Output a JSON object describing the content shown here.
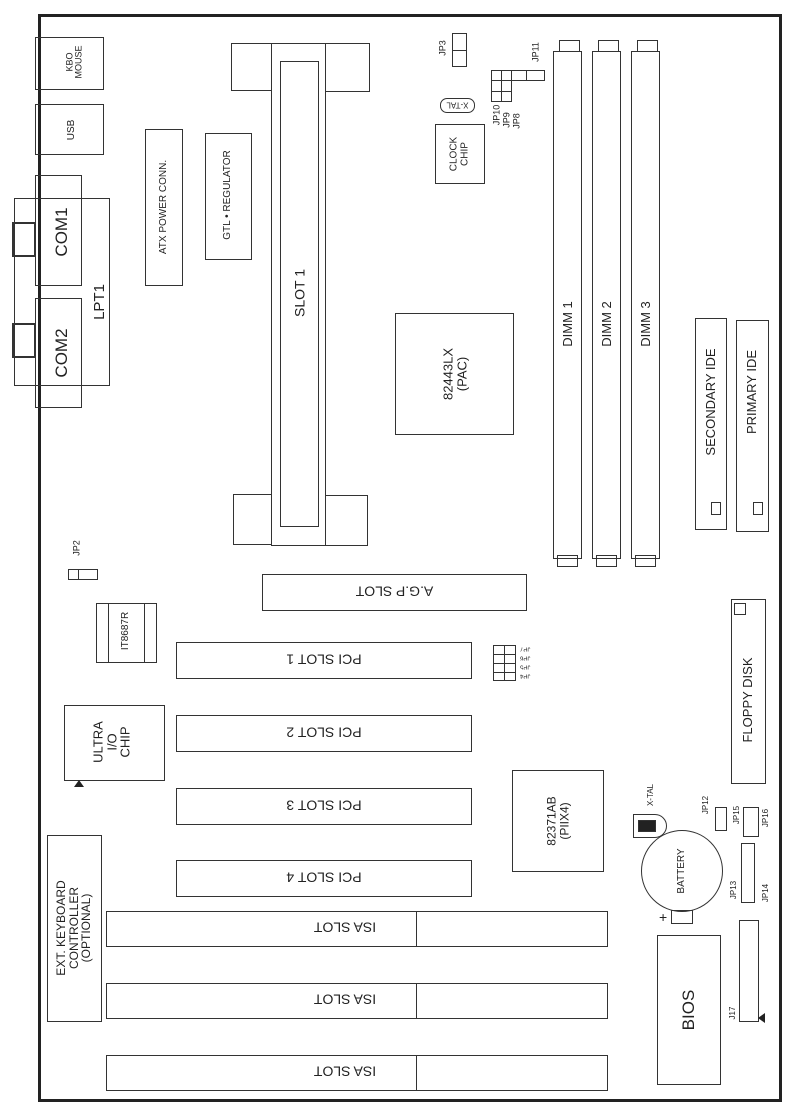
{
  "diagram": {
    "title": "Motherboard layout",
    "rear_io": {
      "kbd_mouse": [
        "KBO",
        "MOUSE"
      ],
      "usb": "USB",
      "com1": "COM1",
      "com2": "COM2",
      "lpt1": "LPT1"
    },
    "power": {
      "atx_power": "ATX POWER CONN.",
      "gtl_regulator": "GTL • REGULATOR"
    },
    "cpu": {
      "slot1": "SLOT 1"
    },
    "chipset": {
      "pac_line1": "82443LX",
      "pac_line2": "(PAC)",
      "piix_line1": "82371AB",
      "piix_line2": "(PIIX4)"
    },
    "clock": {
      "xtal_top": "X-TAL",
      "clock_chip": [
        "CLOCK",
        "CHIP"
      ]
    },
    "jumpers": {
      "jp2": "JP2",
      "jp3": "JP3",
      "jp4": "JP4",
      "jp5": "JP5",
      "jp6": "JP6",
      "jp7": "JP7",
      "jp8": "JP8",
      "jp9": "JP9",
      "jp10": "JP10",
      "jp11": "JP11",
      "jp12": "JP12",
      "jp13": "JP13",
      "jp14": "JP14",
      "jp15": "JP15",
      "jp16": "JP16",
      "j17": "J17"
    },
    "memory": {
      "dimm1": "DIMM 1",
      "dimm2": "DIMM 2",
      "dimm3": "DIMM 3"
    },
    "storage": {
      "secondary_ide": "SECONDARY IDE",
      "primary_ide": "PRIMARY IDE",
      "floppy": "FLOPPY DISK"
    },
    "expansion": {
      "agp": "A.G.P SLOT",
      "pci1": "PCI SLOT 1",
      "pci2": "PCI SLOT 2",
      "pci3": "PCI SLOT 3",
      "pci4": "PCI SLOT 4",
      "isa1": "ISA SLOT",
      "isa2": "ISA SLOT",
      "isa3": "ISA SLOT"
    },
    "io_chips": {
      "it8687r": "IT8687R",
      "ultra_io": [
        "ULTRA",
        "I/O",
        "CHIP"
      ],
      "ext_kbd": [
        "EXT. KEYBOARD",
        "CONTROLLER",
        "(OPTIONAL)"
      ]
    },
    "misc": {
      "xtal_bottom": "X-TAL",
      "battery": "BATTERY",
      "battery_plus": "+",
      "bios": "BIOS"
    }
  }
}
